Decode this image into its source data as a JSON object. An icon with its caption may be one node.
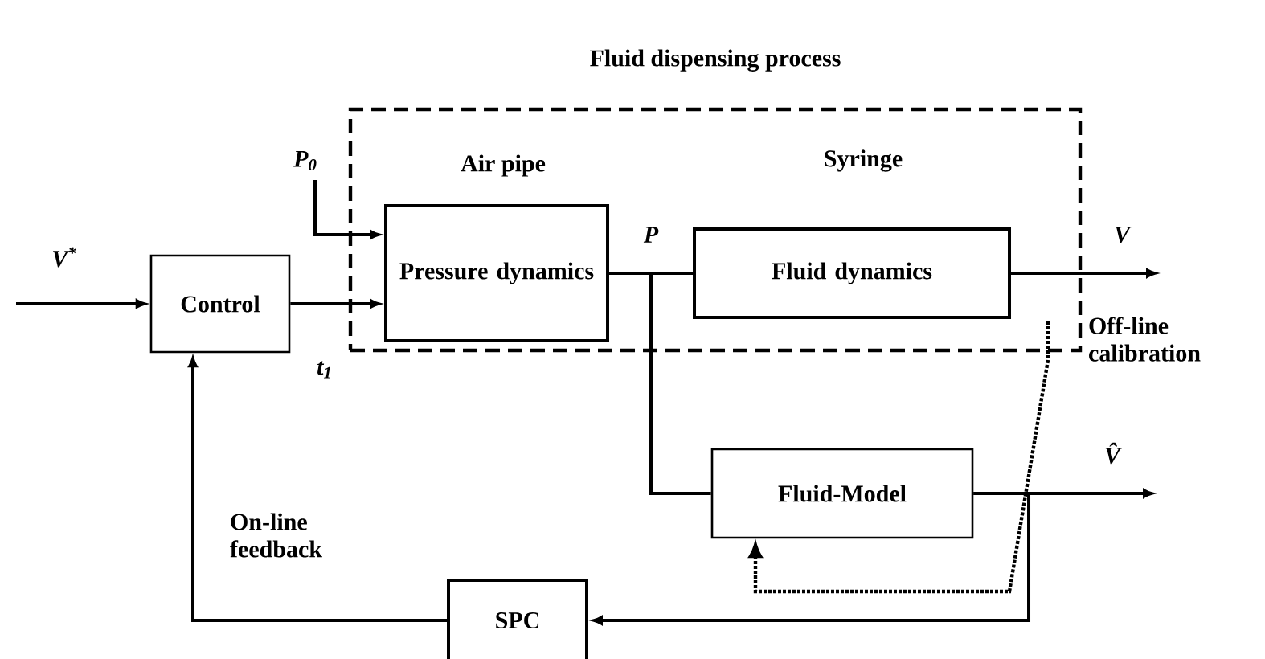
{
  "diagram": {
    "nodes": [
      {
        "text": [
          "Fluid dispensing process"
        ]
      },
      {
        "text": [
          "Control"
        ]
      },
      {
        "text": [
          "Pressure dynamics"
        ],
        "in": 0
      },
      {
        "text": [
          "Fluid dynamics"
        ],
        "in": 0
      },
      {
        "text": [
          "Fluid-Model"
        ]
      },
      {
        "text": [
          "SPC"
        ]
      }
    ],
    "edges": [
      {
        "from": null,
        "to": 1,
        "arrow": "to",
        "label": "V$^{*}$"
      },
      {
        "from": null,
        "to": 2,
        "arrow": "to",
        "label": "P$_{0}$"
      },
      {
        "from": 1,
        "to": 2,
        "arrow": "to",
        "label": "t$_{1}$"
      },
      {
        "from": 2,
        "to": 3,
        "arrow": "none",
        "label": "P"
      },
      {
        "from": 3,
        "to": null,
        "arrow": "to",
        "label": "V"
      },
      {
        "from": 2,
        "to": 4,
        "arrow": "none"
      },
      {
        "from": 4,
        "to": null,
        "arrow": "to",
        "label": "V̂"
      },
      {
        "from": 4,
        "to": 5,
        "arrow": "to"
      },
      {
        "from": 5,
        "to": 1,
        "arrow": "to",
        "label": "On-line feedback"
      },
      {
        "from": null,
        "to": 4,
        "arrow": "to",
        "style": "dashed",
        "label": "Off-line calibration"
      }
    ],
    "labels": [
      "Air pipe",
      "Syringe"
    ]
  }
}
